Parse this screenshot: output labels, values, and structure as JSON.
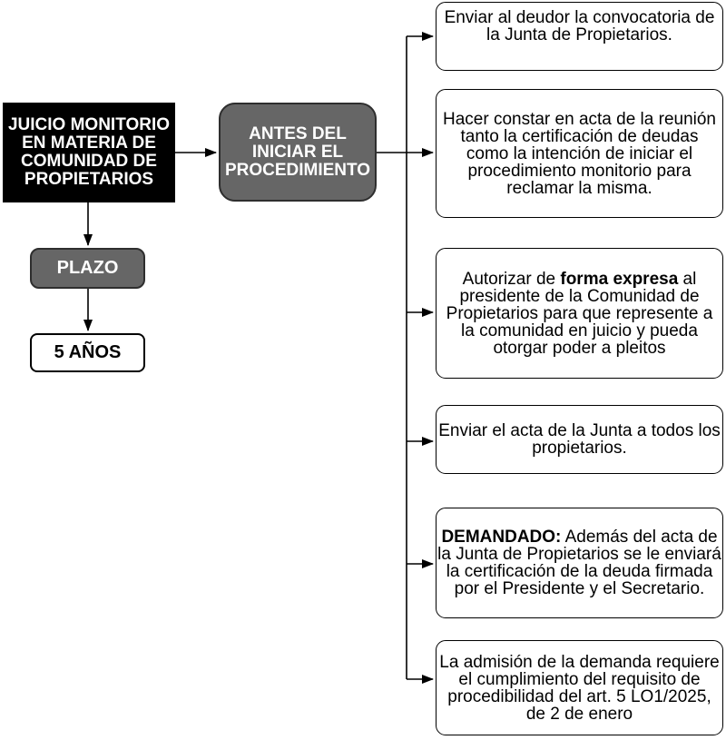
{
  "diagram": {
    "nodes": {
      "root": {
        "text": "JUICIO MONITORIO\nEN MATERIA DE\nCOMUNIDAD DE\nPROPIETARIOS"
      },
      "antes": {
        "text": "ANTES DEL\nINICIAR EL\nPROCEDIMIENTO"
      },
      "plazo": {
        "text": "PLAZO"
      },
      "plazo_value": {
        "text": "5 AÑOS"
      }
    },
    "steps": [
      {
        "pre": "Enviar al deudor la convocatoria de\nla Junta de Propietarios."
      },
      {
        "pre": "Hacer constar en acta de la reunión\ntanto la certificación de deudas\ncomo la intención de iniciar el\nprocedimiento monitorio para\nreclamar la misma."
      },
      {
        "pre": "Autorizar de ",
        "bold": "forma expresa",
        "post": " al\npresidente de la Comunidad de\nPropietarios para que represente a\nla comunidad en juicio y pueda\notorgar poder a pleitos"
      },
      {
        "pre": "Enviar el acta de la Junta a todos los\npropietarios."
      },
      {
        "pre": "",
        "bold": "DEMANDADO:",
        "post": " Además del acta de\nla Junta de Propietarios se le enviará\nla certificación de la deuda firmada\npor el Presidente y el Secretario."
      },
      {
        "pre": "La admisión de la demanda requiere\nel cumplimiento del requisito de\nprocedibilidad del art. 5 LO1/2025,\nde 2 de enero"
      }
    ]
  },
  "colors": {
    "canvas_bg": "#ffffff",
    "node_black": "#000000",
    "node_gray": "#666666",
    "gray_border": "#2e2e2e",
    "box_bg": "#ffffff",
    "box_border": "#000000",
    "line": "#000000",
    "text_light": "#ffffff",
    "text_dark": "#000000"
  }
}
